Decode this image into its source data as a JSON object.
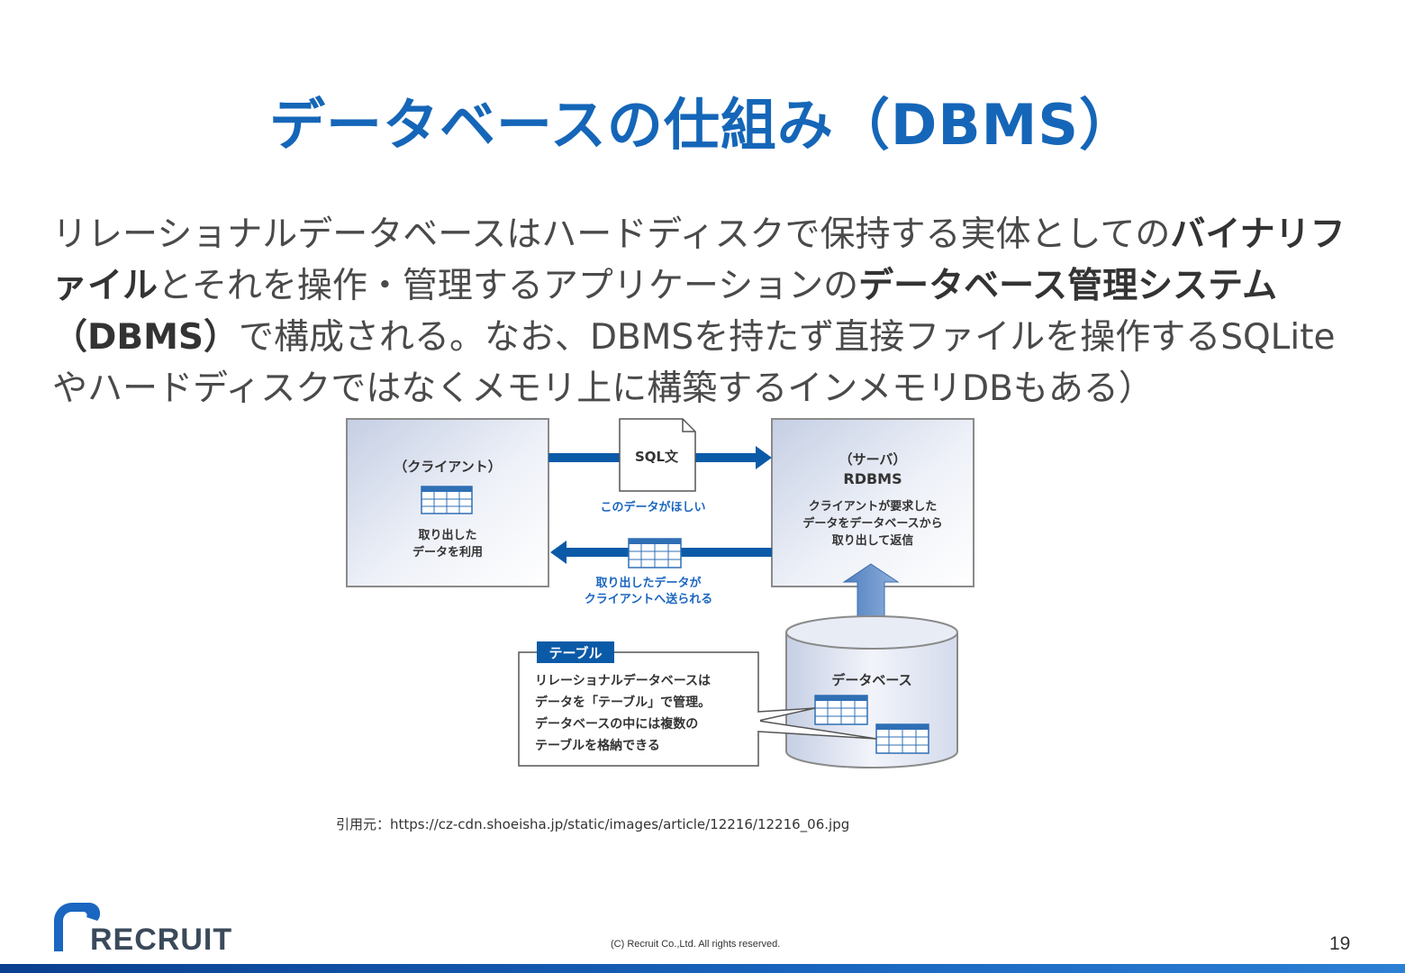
{
  "slide": {
    "title": "データベースの仕組み（DBMS）",
    "paragraph": [
      {
        "text": "リレーショナルデータベースはハードディスクで保持する実体としての",
        "bold": false
      },
      {
        "text": "バイナリファイル",
        "bold": true
      },
      {
        "text": "とそれを操作・管理するアプリケーションの",
        "bold": false
      },
      {
        "text": "データベース管理システム（DBMS）",
        "bold": true
      },
      {
        "text": "で構成される。なお、DBMSを持たず直接ファイルを操作するSQLiteやハードディスクではなくメモリ上に構築するインメモリDBもある）",
        "bold": false
      }
    ],
    "citation": "引用元：https://cz-cdn.shoeisha.jp/static/images/article/12216/12216_06.jpg",
    "copyright": "(C) Recruit Co.,Ltd. All rights reserved.",
    "page_number": "19",
    "logo_text": "RECRUIT"
  },
  "diagram": {
    "client": {
      "title": "（クライアント）",
      "line1": "取り出した",
      "line2": "データを利用"
    },
    "server": {
      "title": "（サーバ）",
      "name": "RDBMS",
      "line1": "クライアントが要求した",
      "line2": "データをデータベースから",
      "line3": "取り出して返信"
    },
    "sql_doc": "SQL文",
    "request_label": "このデータがほしい",
    "response_label1": "取り出したデータが",
    "response_label2": "クライアントへ送られる",
    "database_label": "データベース",
    "table_note": {
      "tag": "テーブル",
      "line1": "リレーショナルデータベースは",
      "line2": "データを「テーブル」で管理。",
      "line3": "データベースの中には複数の",
      "line4": "テーブルを格納できる"
    }
  },
  "colors": {
    "title": "#1566b8",
    "accent": "#0b5aa8",
    "bar": "#1a66c0"
  }
}
